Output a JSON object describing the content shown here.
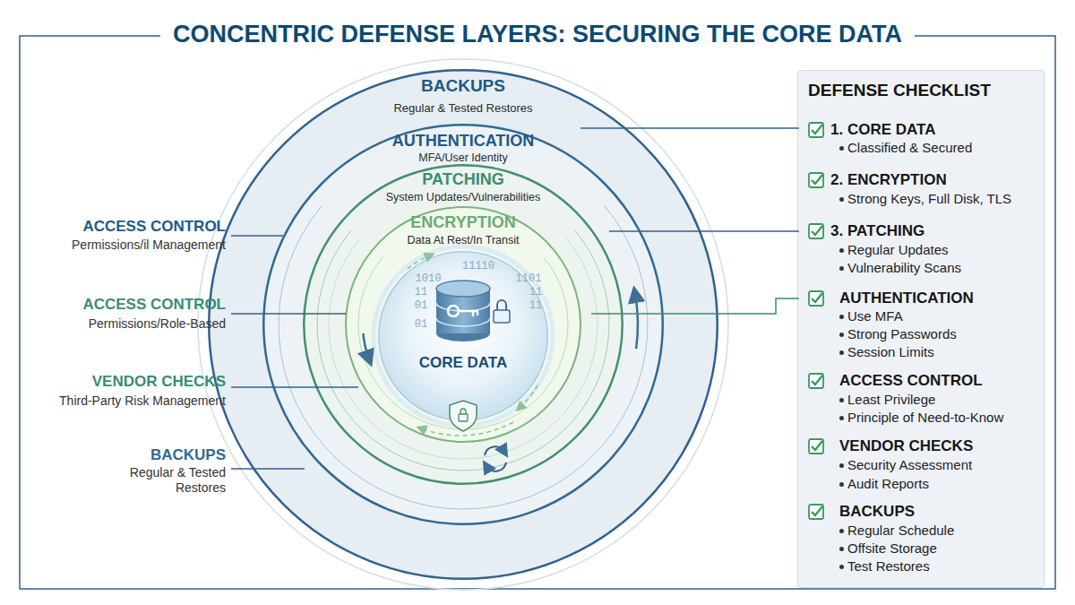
{
  "diagram": {
    "title": "CONCENTRIC DEFENSE LAYERS: SECURING THE CORE DATA",
    "nodes": [
      {
        "text": [
          "BACKUPS",
          "Regular & Tested Restores"
        ]
      },
      {
        "text": [
          "AUTHENTICATION",
          "MFA/User Identity"
        ],
        "in": 0
      },
      {
        "text": [
          "PATCHING",
          "System Updates/Vulnerabilities"
        ],
        "in": 1
      },
      {
        "text": [
          "ENCRYPTION",
          "Data At Rest/In Transit"
        ],
        "in": 2
      },
      {
        "text": [
          "CORE DATA"
        ],
        "in": 3
      },
      {
        "text": [
          "DEFENSE CHECKLIST",
          "1. CORE DATA",
          "Classified & Secured",
          "2. ENCRYPTION",
          "Strong Keys, Full Disk, TLS",
          "3. PATCHING",
          "Regular Updates",
          "Vulnerability Scans",
          "AUTHENTICATION",
          "Use MFA",
          "Strong Passwords",
          "Session Limits",
          "ACCESS CONTROL",
          "Least Privilege",
          "Principle of Need-to-Know",
          "VENDOR CHECKS",
          "Security Assessment",
          "Audit Reports",
          "BACKUPS",
          "Regular Schedule",
          "Offsite Storage",
          "Test Restores"
        ]
      }
    ],
    "labels": [
      "ACCESS CONTROL",
      "Permissions/il Management",
      "ACCESS CONTROL",
      "Permissions/Role-Based",
      "VENDOR CHECKS",
      "Third-Party Risk Management",
      "BACKUPS",
      "Regular & Tested Restores",
      "11110",
      "1010",
      "1101",
      "11",
      "11",
      "01",
      "11",
      "01"
    ]
  }
}
